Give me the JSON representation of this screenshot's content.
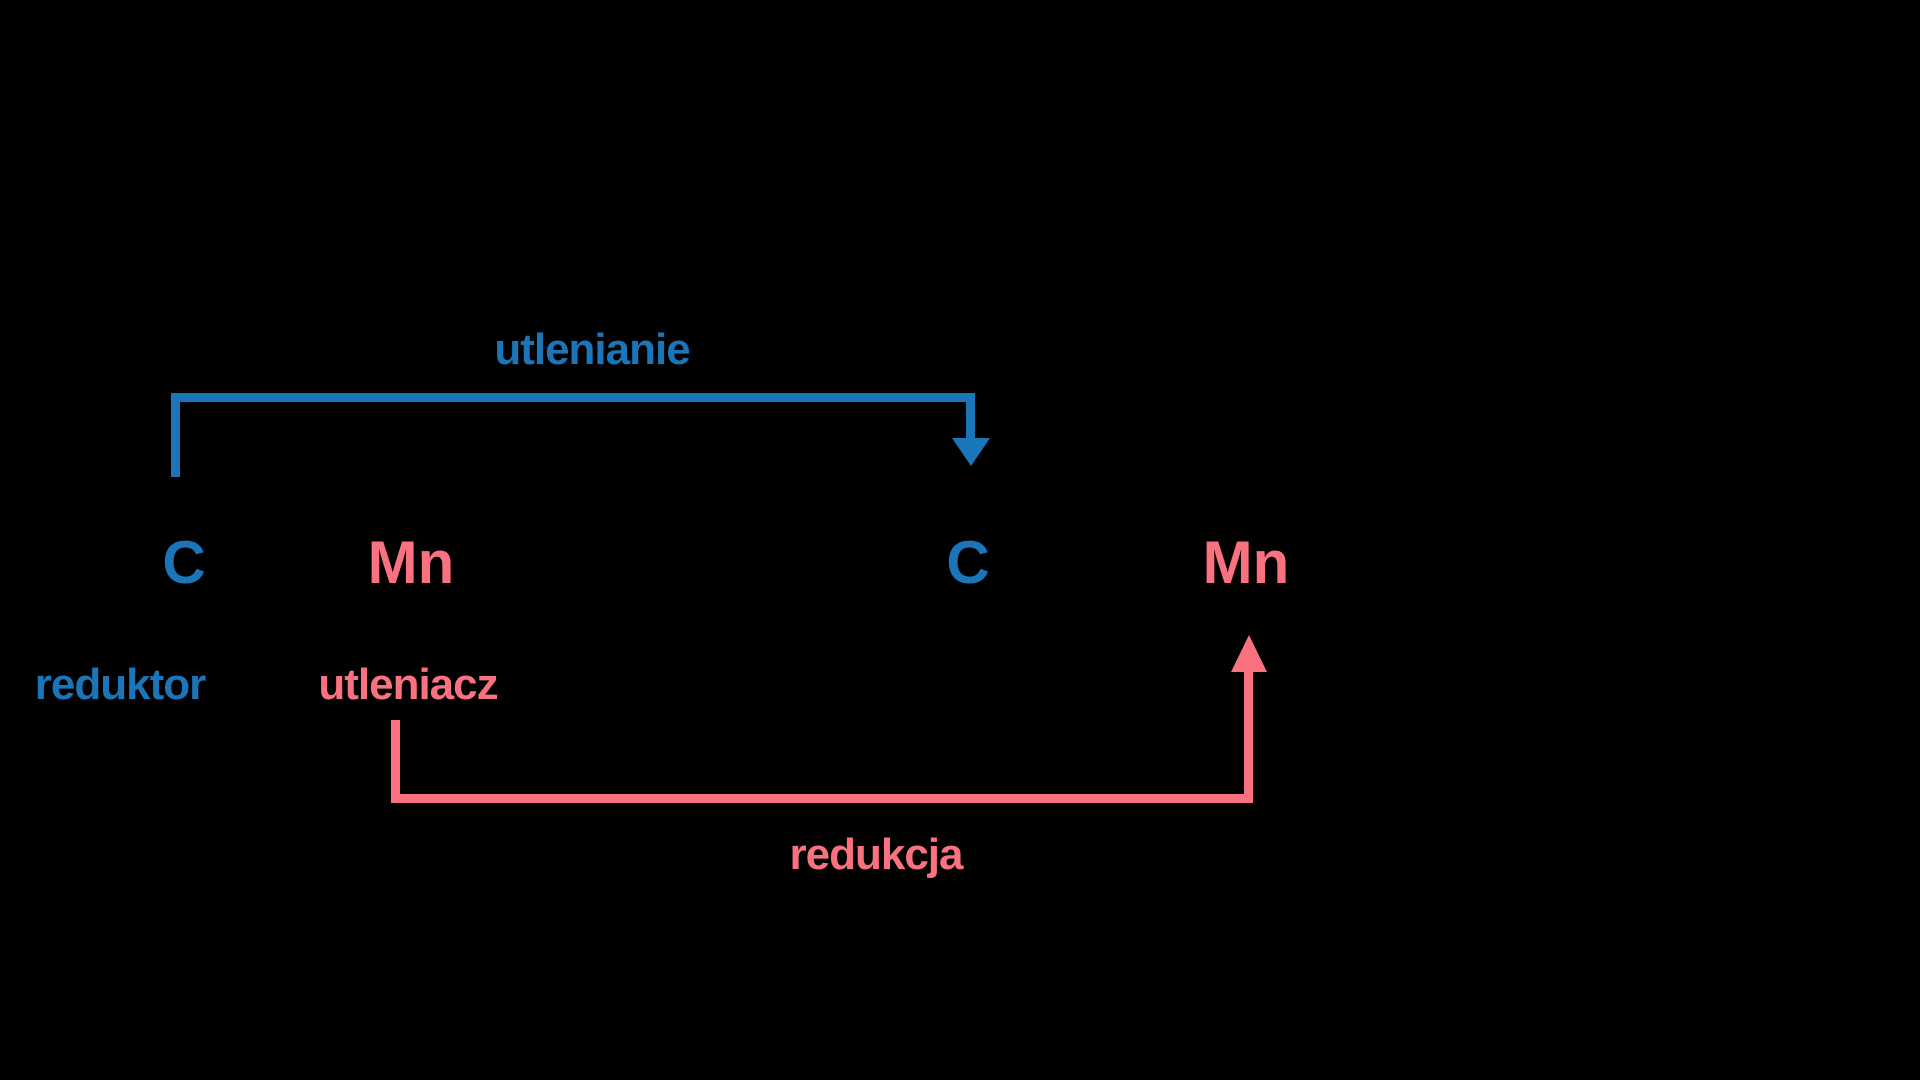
{
  "colors": {
    "background": "#000000",
    "oxidation_blue": "#1b76b9",
    "reduction_pink": "#fa7280"
  },
  "equation": {
    "reactants": [
      {
        "symbol": "C",
        "role_label": "reduktor",
        "color": "#1b76b9"
      },
      {
        "symbol": "Mn",
        "role_label": "utleniacz",
        "color": "#fa7280"
      }
    ],
    "products": [
      {
        "symbol": "C",
        "color": "#1b76b9"
      },
      {
        "symbol": "Mn",
        "color": "#fa7280"
      }
    ]
  },
  "processes": {
    "oxidation": {
      "label": "utlenianie"
    },
    "reduction": {
      "label": "redukcja"
    }
  }
}
